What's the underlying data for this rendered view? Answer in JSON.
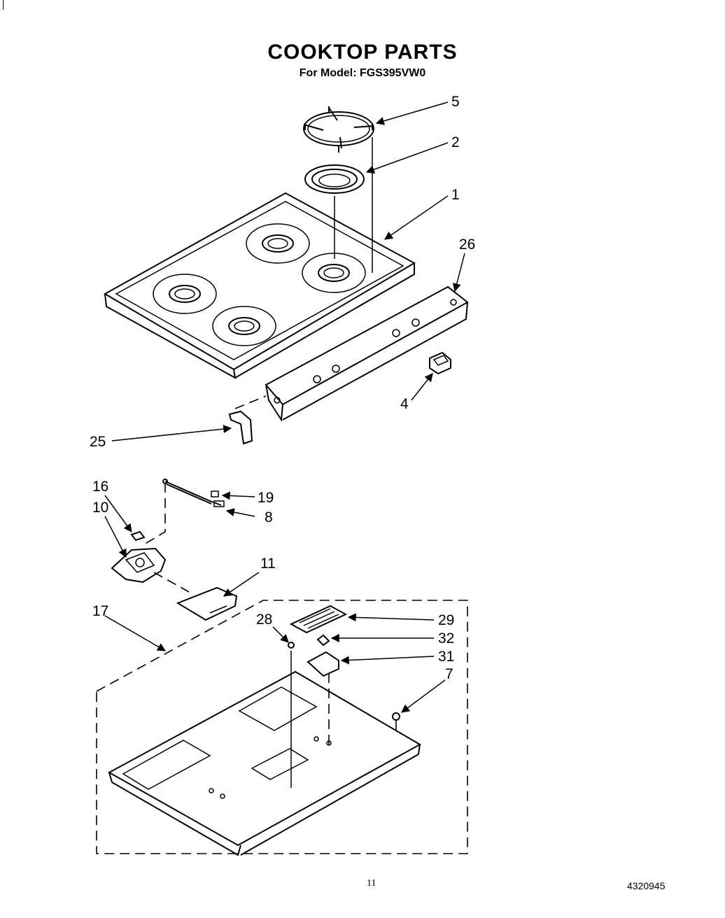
{
  "header": {
    "title": "COOKTOP PARTS",
    "subtitle": "For Model: FGS395VW0"
  },
  "footer": {
    "page_number": "11",
    "document_number": "4320945"
  },
  "callouts": [
    "5",
    "2",
    "1",
    "26",
    "4",
    "25",
    "16",
    "10",
    "19",
    "8",
    "11",
    "17",
    "28",
    "29",
    "32",
    "31",
    "7"
  ]
}
